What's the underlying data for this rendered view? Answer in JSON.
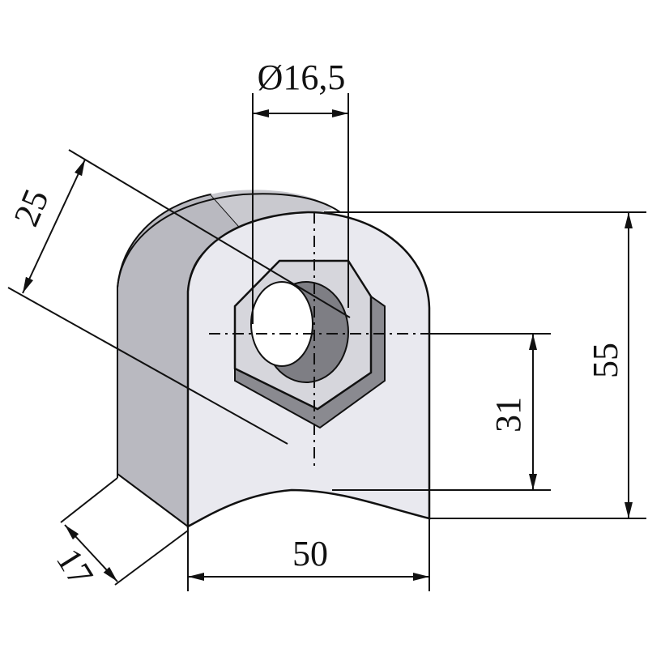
{
  "dimensions": {
    "hole_diameter": "Ø16,5",
    "depth_top": "25",
    "height_total": "55",
    "height_center": "31",
    "width": "50",
    "thickness": "17"
  },
  "colors": {
    "front_face": "#e9e9ef",
    "side_face": "#b9b9c0",
    "top_face": "#c9c9cf",
    "hex_nut": "#d6d6dc",
    "hex_nut_side": "#8a8a90",
    "bore_shadow": "#7e7e84",
    "line": "#111111"
  }
}
